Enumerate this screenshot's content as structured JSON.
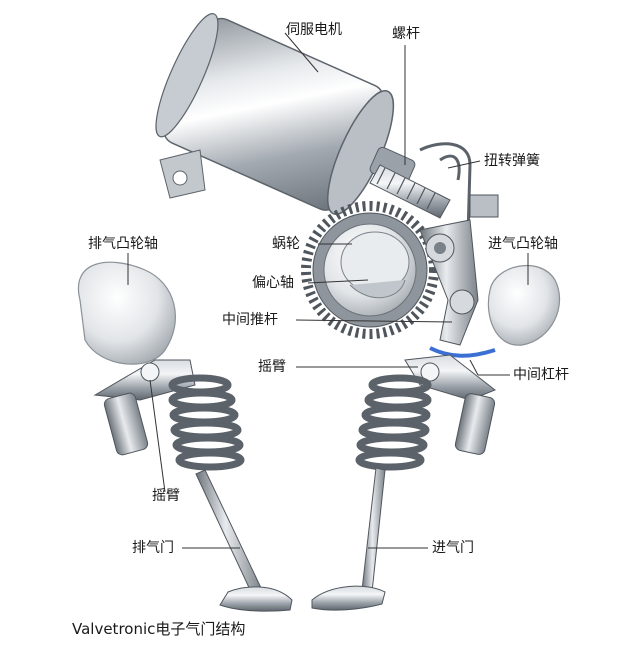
{
  "diagram": {
    "caption": "Valvetronic电子气门结构",
    "labels": {
      "servo_motor": "伺服电机",
      "worm_screw": "螺杆",
      "torsion_spring": "扭转弹簧",
      "worm_gear": "蜗轮",
      "eccentric_shaft": "偏心轴",
      "intermediate_push_rod": "中间推杆",
      "rocker_arm_upper": "摇臂",
      "intermediate_lever": "中间杠杆",
      "exhaust_camshaft": "排气凸轮轴",
      "intake_camshaft": "进气凸轮轴",
      "rocker_arm_lower": "摇臂",
      "exhaust_valve": "排气门",
      "intake_valve": "进气门"
    }
  }
}
